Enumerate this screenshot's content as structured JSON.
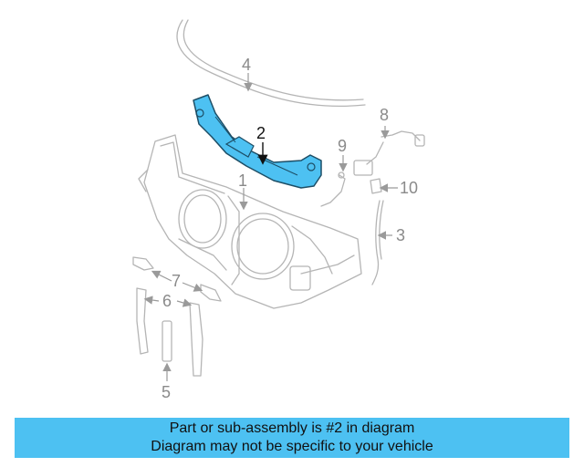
{
  "callouts": {
    "c1": "1",
    "c2": "2",
    "c3": "3",
    "c4": "4",
    "c5": "5",
    "c6": "6",
    "c7": "7",
    "c8": "8",
    "c9": "9",
    "c10": "10"
  },
  "highlight_color": "#4dc1f2",
  "highlighted_part": "2",
  "banner": {
    "line1": "Part or sub-assembly is #2 in diagram",
    "line2": "Diagram may not be specific to your vehicle"
  }
}
